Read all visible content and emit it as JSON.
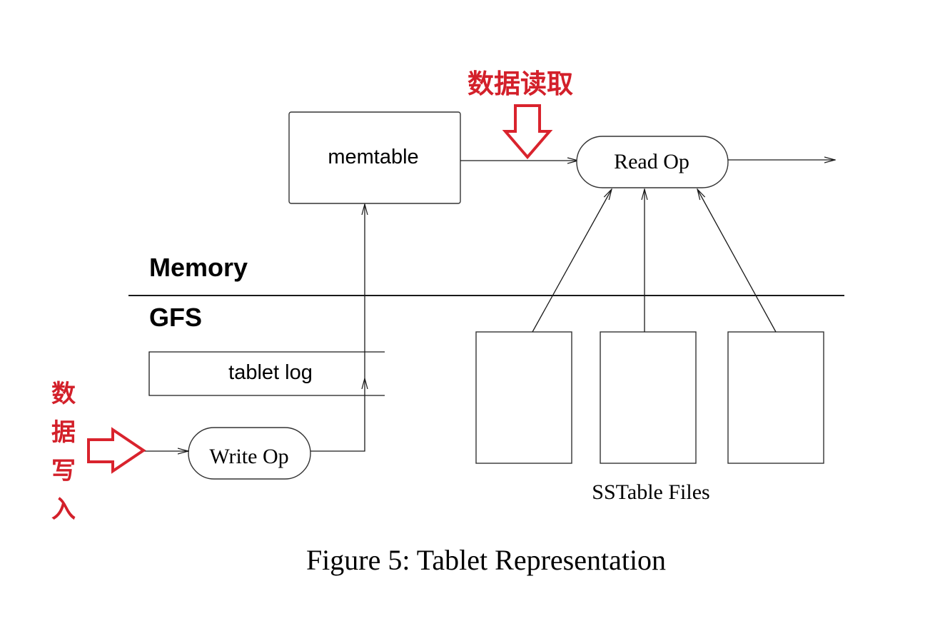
{
  "annotations": {
    "read_label": "数据读取",
    "write_label_chars": [
      "数",
      "据",
      "写",
      "入"
    ],
    "accent_color": "#d9232d"
  },
  "diagram": {
    "memtable": "memtable",
    "read_op": "Read Op",
    "write_op": "Write Op",
    "tablet_log": "tablet log",
    "memory_label": "Memory",
    "gfs_label": "GFS",
    "sstable_label": "SSTable Files",
    "sstable_count": 3
  },
  "caption": "Figure 5: Tablet Representation"
}
